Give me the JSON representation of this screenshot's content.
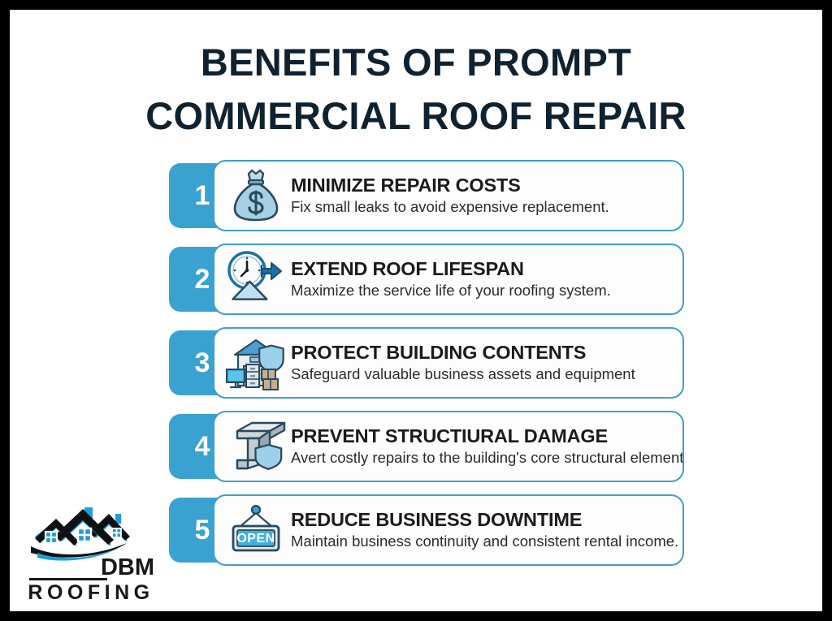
{
  "frame": {
    "border_color": "#000000",
    "background": "#ffffff"
  },
  "title": {
    "line1": "BENEFITS OF PROMPT",
    "line2": "COMMERCIAL ROOF REPAIR",
    "color": "#10222f"
  },
  "theme": {
    "accent_blue": "#3aa2d0",
    "card_border": "#3e9fcc",
    "card_background": "#fdfdfd",
    "icon_light_blue": "#a8cfe4",
    "icon_outline": "#2a4a5e"
  },
  "benefits": [
    {
      "number": "1",
      "icon": "money-bag-icon",
      "title": "MINIMIZE REPAIR COSTS",
      "subtitle": "Fix small leaks to avoid expensive replacement."
    },
    {
      "number": "2",
      "icon": "clock-roof-icon",
      "title": "EXTEND ROOF LIFESPAN",
      "subtitle": "Maximize the service life of your roofing system."
    },
    {
      "number": "3",
      "icon": "warehouse-shield-icon",
      "title": "PROTECT BUILDING CONTENTS",
      "subtitle": "Safeguard valuable business assets and equipment"
    },
    {
      "number": "4",
      "icon": "steel-beam-shield-icon",
      "title": "PREVENT STRUCTIURAL DAMAGE",
      "subtitle": "Avert costly repairs to the building's core structural elements."
    },
    {
      "number": "5",
      "icon": "open-sign-icon",
      "title": "REDUCE BUSINESS DOWNTIME",
      "subtitle": "Maintain business continuity and consistent rental income."
    }
  ],
  "logo": {
    "mark": "roof-houses-icon",
    "name": "DBM",
    "tagline": "ROOFING",
    "blue": "#1b9fdb",
    "dark": "#171717"
  }
}
